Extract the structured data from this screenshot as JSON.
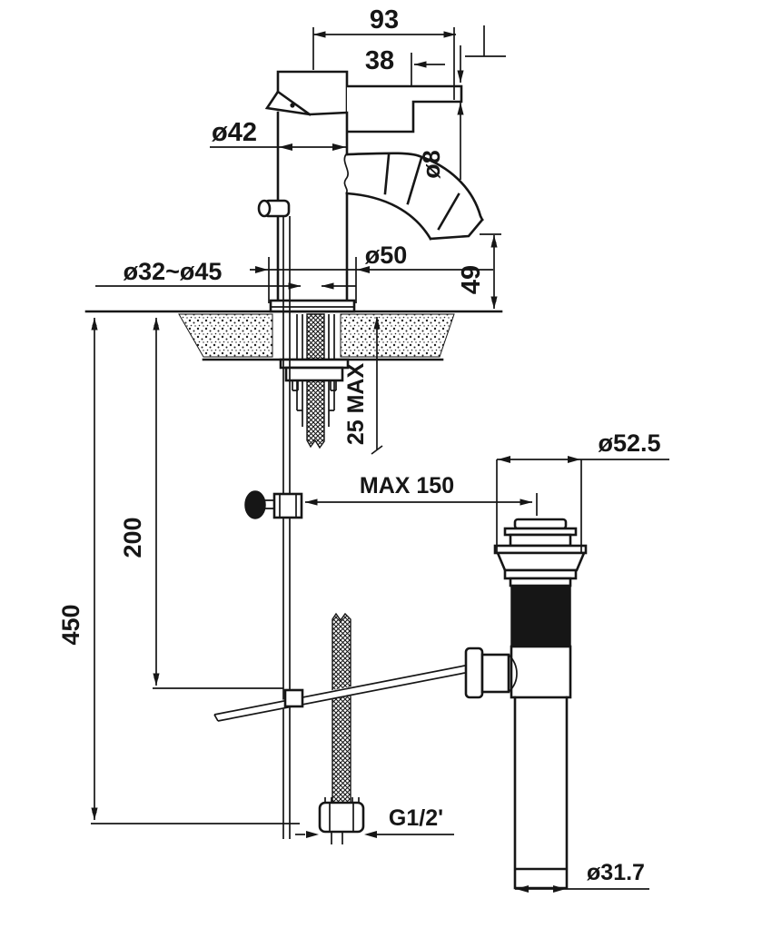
{
  "drawing": {
    "title": "basin-faucet-installation-drawing",
    "ink_color": "#161616",
    "background_color": "#ffffff",
    "dimensions": {
      "spout_reach": "93",
      "handle_offset": "38",
      "body_diameter": "ø42",
      "spout_tube_diameter": "ø8",
      "mounting_hole_range": "ø32~ø45",
      "base_diameter": "ø50",
      "spout_height_above_deck": "49",
      "deck_thickness_max": "25 MAX",
      "lift_rod_travel_max": "MAX 150",
      "drain_flange_diameter": "ø52.5",
      "hose_drop_length": "200",
      "overall_height": "450",
      "supply_thread_size": "G1/2'",
      "tailpipe_diameter": "ø31.7"
    }
  }
}
